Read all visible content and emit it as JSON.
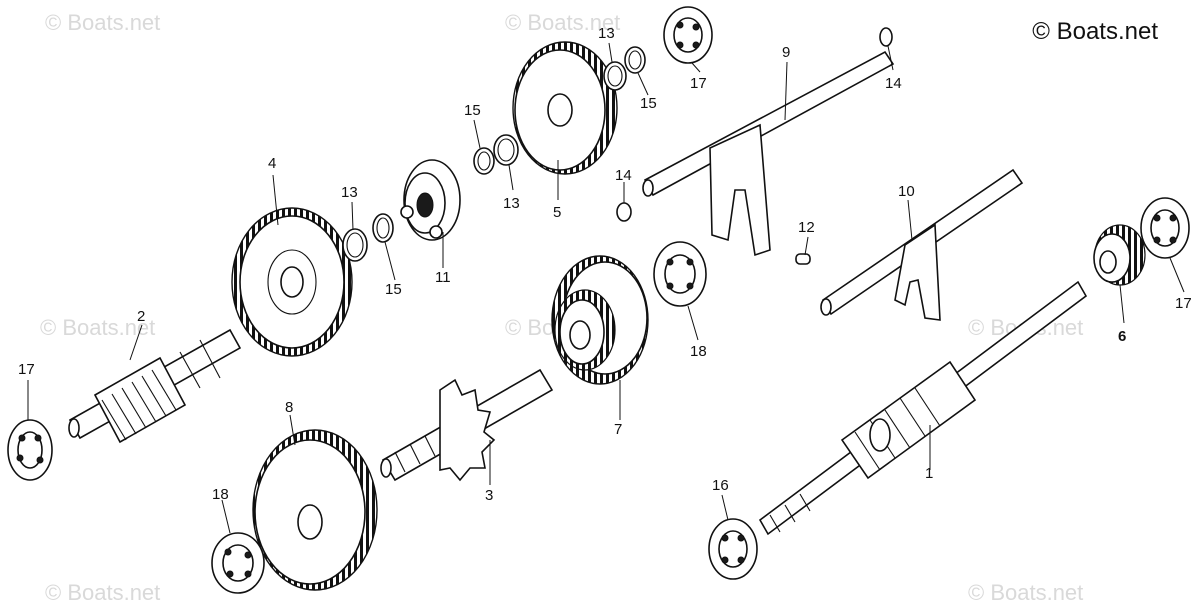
{
  "copyright": "© Boats.net",
  "watermarks": [
    "© Boats.net",
    "© Boats.net",
    "© Boats.net",
    "© Boats.net",
    "© Boats.net",
    "© Boats.net",
    "© Boats.net"
  ],
  "callouts": {
    "c1": "1",
    "c2": "2",
    "c3": "3",
    "c4": "4",
    "c5": "5",
    "c6": "6",
    "c7": "7",
    "c8": "8",
    "c9": "9",
    "c10": "10",
    "c11": "11",
    "c12": "12",
    "c13a": "13",
    "c13b": "13",
    "c13c": "13",
    "c14a": "14",
    "c14b": "14",
    "c15a": "15",
    "c15b": "15",
    "c15c": "15",
    "c16": "16",
    "c17a": "17",
    "c17b": "17",
    "c17c": "17",
    "c18a": "18",
    "c18b": "18"
  }
}
